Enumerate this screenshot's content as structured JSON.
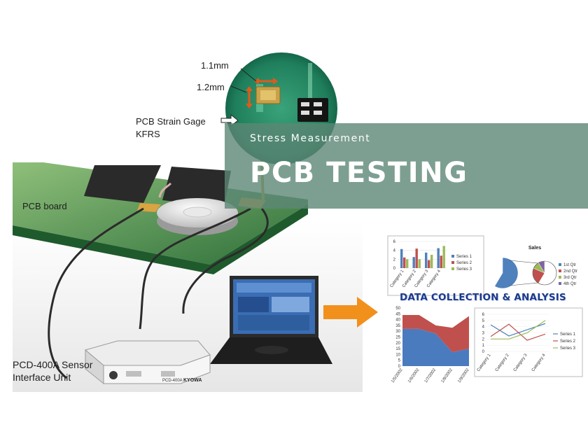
{
  "banner": {
    "subtitle": "Stress Measurement",
    "title": "PCB TESTING"
  },
  "labels": {
    "dim_11": "1.1mm",
    "dim_12": "1.2mm",
    "gage_line1": "PCB Strain Gage",
    "gage_line2": "KFRS",
    "pcb_board": "PCB board",
    "unit_line1": "PCD-400A Sensor",
    "unit_line2": "Interface Unit",
    "device_brand": "KYOWA",
    "device_model": "PCD-400A"
  },
  "analysis": {
    "heading": "DATA COLLECTION & ANALYSIS"
  },
  "charts": {
    "bar": {
      "categories": [
        "Category 1",
        "Category 2",
        "Category 3",
        "Category 4"
      ],
      "y_ticks": [
        "0",
        "2",
        "4",
        "6"
      ],
      "series": [
        {
          "name": "Series 1",
          "color": "#4f81bd",
          "values": [
            4.3,
            2.5,
            3.5,
            4.5
          ]
        },
        {
          "name": "Series 2",
          "color": "#c0504d",
          "values": [
            2.4,
            4.4,
            1.8,
            2.8
          ]
        },
        {
          "name": "Series 3",
          "color": "#9bbb59",
          "values": [
            2.0,
            2.0,
            3.0,
            5.0
          ]
        }
      ],
      "ylim": [
        0,
        6
      ]
    },
    "pie": {
      "title": "Sales",
      "slices": [
        {
          "name": "1st Qtr",
          "color": "#4f81bd",
          "value": 8.2
        },
        {
          "name": "2nd Qtr",
          "color": "#c0504d",
          "value": 3.2
        },
        {
          "name": "3rd Qtr",
          "color": "#9bbb59",
          "value": 1.4
        },
        {
          "name": "4th Qtr",
          "color": "#8064a2",
          "value": 1.2
        }
      ]
    },
    "area": {
      "x_labels": [
        "1/5/2002",
        "1/6/2002",
        "1/7/2002",
        "1/8/2002",
        "1/9/2002"
      ],
      "y_ticks": [
        "0",
        "5",
        "10",
        "15",
        "20",
        "25",
        "30",
        "35",
        "40",
        "45",
        "50"
      ],
      "ylim": [
        0,
        50
      ],
      "series": [
        {
          "color": "#4a7bbf",
          "values": [
            32,
            32,
            28,
            12,
            15
          ]
        },
        {
          "color": "#c0504d",
          "values": [
            12,
            12,
            7,
            21,
            28
          ]
        }
      ]
    },
    "line": {
      "categories": [
        "Category 1",
        "Category 2",
        "Category 3",
        "Category 4"
      ],
      "y_ticks": [
        "0",
        "1",
        "2",
        "3",
        "4",
        "5",
        "6"
      ],
      "ylim": [
        0,
        6
      ],
      "series": [
        {
          "name": "Series 1",
          "color": "#4f81bd",
          "values": [
            4.3,
            2.5,
            3.5,
            4.5
          ]
        },
        {
          "name": "Series 2",
          "color": "#c0504d",
          "values": [
            2.4,
            4.4,
            1.8,
            2.8
          ]
        },
        {
          "name": "Series 3",
          "color": "#9bbb59",
          "values": [
            2.0,
            2.0,
            3.0,
            5.0
          ]
        }
      ]
    }
  }
}
